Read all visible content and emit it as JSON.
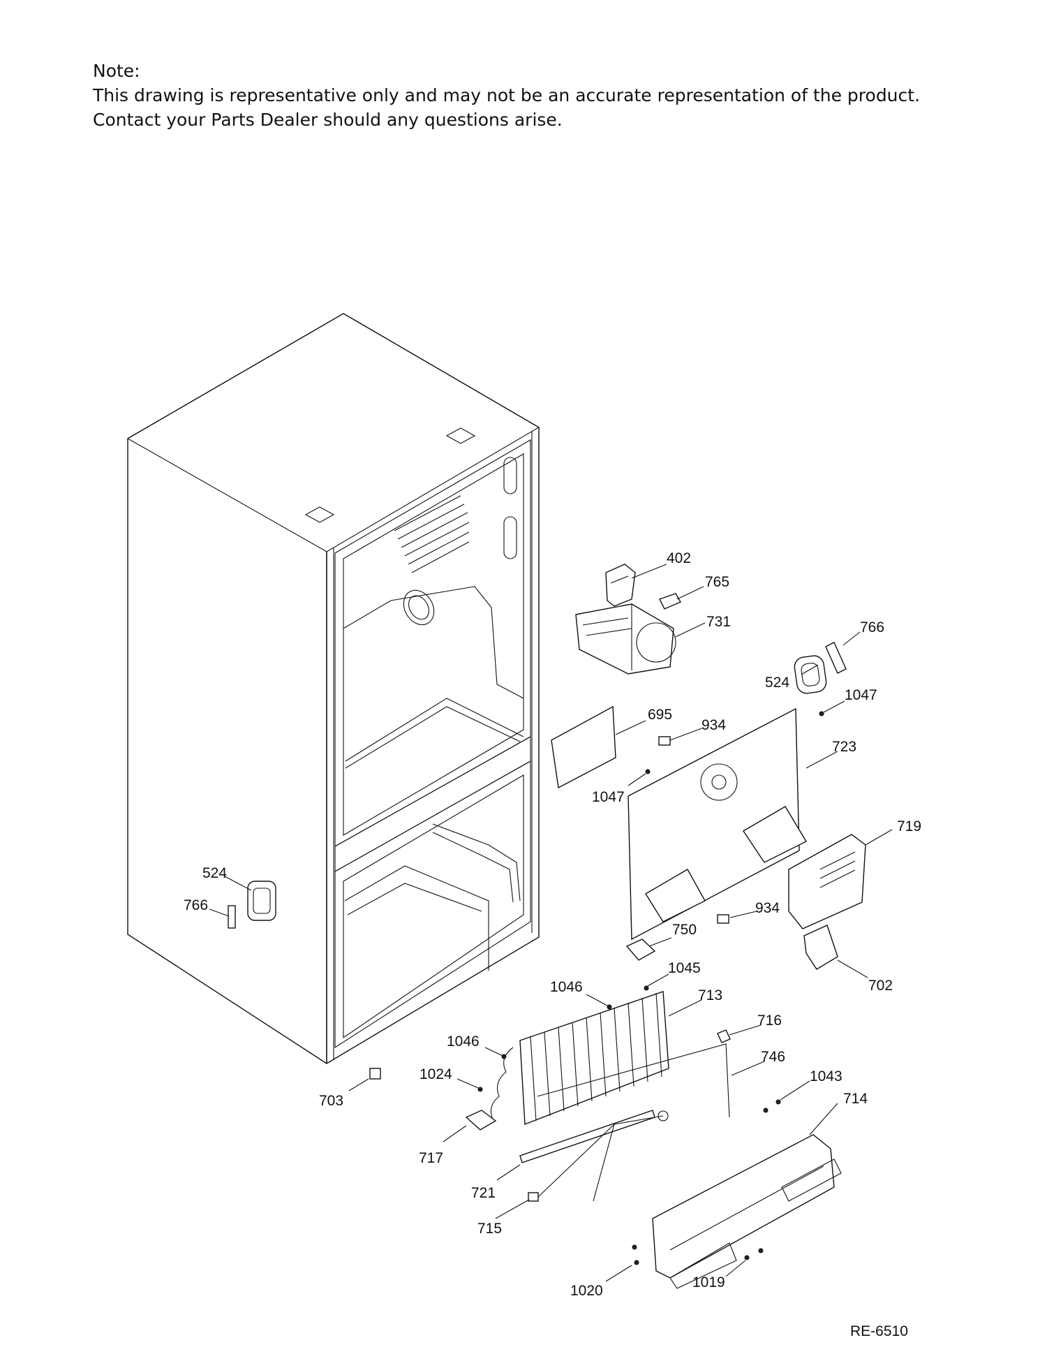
{
  "note": {
    "heading": "Note:",
    "line1": "This drawing is representative only and may not be an accurate representation of the product.",
    "line2": "Contact your Parts Dealer should any questions arise."
  },
  "drawing_id": "RE-6510",
  "callouts": {
    "c402": "402",
    "c765": "765",
    "c731": "731",
    "c766a": "766",
    "c524a": "524",
    "c1047a": "1047",
    "c695": "695",
    "c934a": "934",
    "c723": "723",
    "c1047b": "1047",
    "c719": "719",
    "c524b": "524",
    "c766b": "766",
    "c934b": "934",
    "c750": "750",
    "c1045": "1045",
    "c702": "702",
    "c1046a": "1046",
    "c713": "713",
    "c716": "716",
    "c1046b": "1046",
    "c746": "746",
    "c1024": "1024",
    "c1043": "1043",
    "c703": "703",
    "c714": "714",
    "c717": "717",
    "c721": "721",
    "c715": "715",
    "c1020": "1020",
    "c1019": "1019"
  }
}
